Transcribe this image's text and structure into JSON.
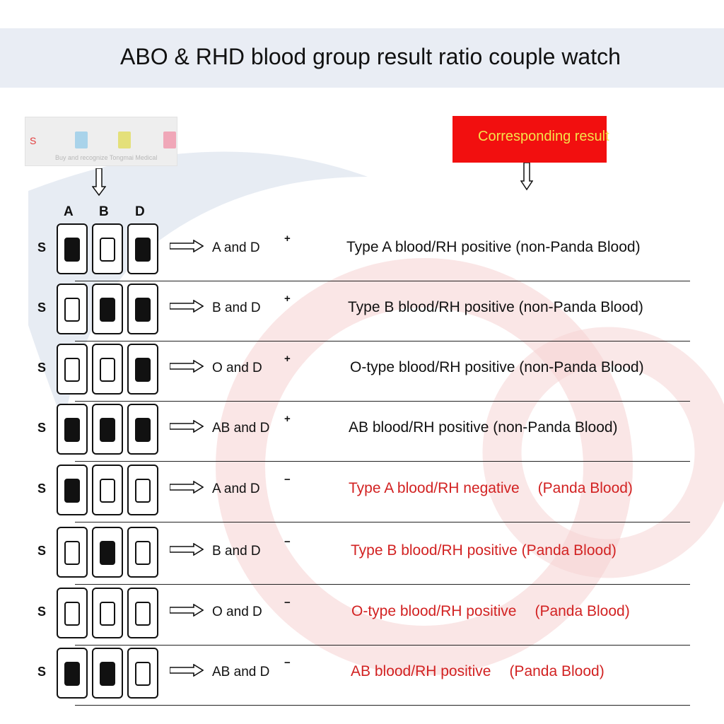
{
  "title": "ABO & RHD blood group result ratio couple watch",
  "test_strip": {
    "s_label": "S",
    "caption": "Buy and recognize Tongmai Medical",
    "pad_colors": [
      "#a9d3ea",
      "#e4e07a",
      "#f0a7b8"
    ]
  },
  "result_header": "Corresponding result",
  "columns": [
    "A",
    "B",
    "D"
  ],
  "row_label": "S",
  "colors": {
    "cell_filled": "#111111",
    "result_black": "#111111",
    "result_red": "#d22222",
    "banner_red": "#f20f0f",
    "banner_text": "#f4e24a"
  },
  "rows": [
    {
      "cells": [
        true,
        false,
        true
      ],
      "code": "A  and D",
      "sign": "+",
      "result": "Type A blood/RH positive (non-Panda Blood)",
      "note": "",
      "color": "black"
    },
    {
      "cells": [
        false,
        true,
        true
      ],
      "code": "B  and D",
      "sign": "+",
      "result": "Type B blood/RH positive (non-Panda Blood)",
      "note": "",
      "color": "black"
    },
    {
      "cells": [
        false,
        false,
        true
      ],
      "code": "O  and D",
      "sign": "+",
      "result": "O-type blood/RH positive (non-Panda Blood)",
      "note": "",
      "color": "black"
    },
    {
      "cells": [
        true,
        true,
        true
      ],
      "code": "AB and D",
      "sign": "+",
      "result": "AB blood/RH positive (non-Panda Blood)",
      "note": "",
      "color": "black"
    },
    {
      "cells": [
        true,
        false,
        false
      ],
      "code": "A  and D",
      "sign": "−",
      "result": "Type A blood/RH negative",
      "note": "(Panda Blood)",
      "color": "red"
    },
    {
      "cells": [
        false,
        true,
        false
      ],
      "code": "B  and D",
      "sign": "−",
      "result": "Type B blood/RH positive (Panda Blood)",
      "note": "",
      "color": "red"
    },
    {
      "cells": [
        false,
        false,
        false
      ],
      "code": "O  and D",
      "sign": "−",
      "result": "O-type blood/RH positive",
      "note": "(Panda Blood)",
      "color": "red"
    },
    {
      "cells": [
        true,
        true,
        false
      ],
      "code": "AB and D",
      "sign": "−",
      "result": "AB blood/RH positive",
      "note": "(Panda Blood)",
      "color": "red"
    }
  ]
}
